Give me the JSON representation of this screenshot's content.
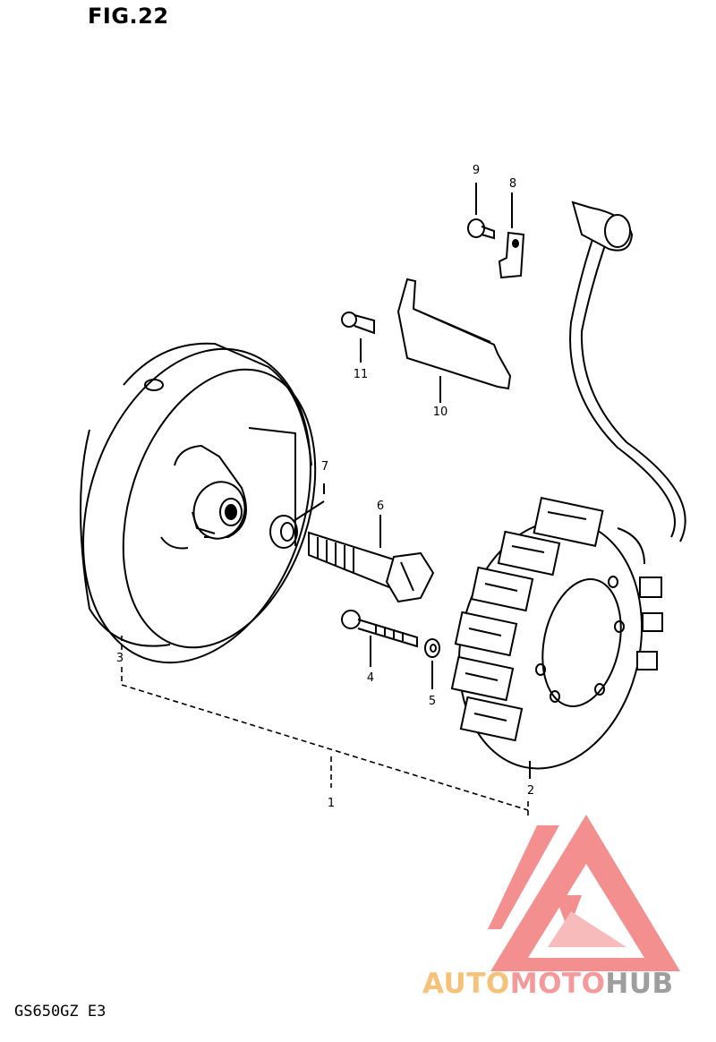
{
  "figure": {
    "title": "FIG.22",
    "model": "GS650GZ  E3"
  },
  "callouts": [
    "1",
    "2",
    "3",
    "4",
    "5",
    "6",
    "7",
    "8",
    "9",
    "10",
    "11"
  ],
  "watermark": {
    "text_auto": "AUTO",
    "text_moto": "MOTO",
    "text_hub": "HUB",
    "colors": {
      "auto": "#f6c27a",
      "moto": "#f49a9a",
      "hub": "#9e9e9e",
      "mark": "#f27c7c"
    }
  }
}
